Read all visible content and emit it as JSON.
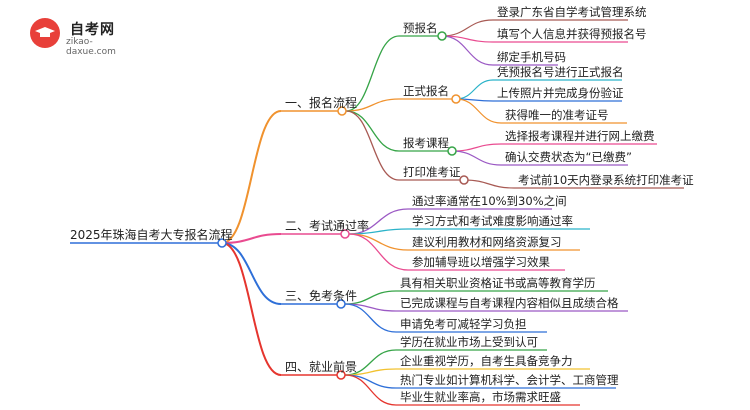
{
  "logo": {
    "title": "自考网",
    "url": "zikao-daxue.com"
  },
  "root": {
    "label": "2025年珠海自考大专报名流程"
  },
  "branches": [
    {
      "label": "一、报名流程",
      "color": "#f0922e",
      "children": [
        {
          "label": "预报名",
          "color": "#36a447",
          "children": [
            {
              "label": "登录广东省自学考试管理系统",
              "color": "#a85a54"
            },
            {
              "label": "填写个人信息并获得预报名号",
              "color": "#e94b90"
            },
            {
              "label": "绑定手机号码",
              "color": "#9b59c4"
            }
          ]
        },
        {
          "label": "正式报名",
          "color": "#f0922e",
          "children": [
            {
              "label": "凭预报名号进行正式报名",
              "color": "#2bb3c9"
            },
            {
              "label": "上传照片并完成身份验证",
              "color": "#2e6fd8"
            },
            {
              "label": "获得唯一的准考证号",
              "color": "#f0922e"
            }
          ]
        },
        {
          "label": "报考课程",
          "color": "#36a447",
          "children": [
            {
              "label": "选择报考课程并进行网上缴费",
              "color": "#e94b90"
            },
            {
              "label": "确认交费状态为“已缴费”",
              "color": "#9b59c4"
            }
          ]
        },
        {
          "label": "打印准考证",
          "color": "#a85a54",
          "children": [
            {
              "label": "考试前10天内登录系统打印准考证",
              "color": "#a85a54"
            }
          ]
        }
      ]
    },
    {
      "label": "二、考试通过率",
      "color": "#e94b90",
      "children": [
        {
          "label": "通过率通常在10%到30%之间",
          "color": "#9b59c4"
        },
        {
          "label": "学习方式和考试难度影响通过率",
          "color": "#2bb3c9"
        },
        {
          "label": "建议利用教材和网络资源复习",
          "color": "#f0922e"
        },
        {
          "label": "参加辅导班以增强学习效果",
          "color": "#e94b90"
        }
      ]
    },
    {
      "label": "三、免考条件",
      "color": "#2e6fd8",
      "children": [
        {
          "label": "具有相关职业资格证书或高等教育学历",
          "color": "#36a447"
        },
        {
          "label": "已完成课程与自考课程内容相似且成绩合格",
          "color": "#9b59c4"
        },
        {
          "label": "申请免考可减轻学习负担",
          "color": "#2e6fd8"
        }
      ]
    },
    {
      "label": "四、就业前景",
      "color": "#e5352e",
      "children": [
        {
          "label": "学历在就业市场上受到认可",
          "color": "#36a447"
        },
        {
          "label": "企业重视学历，自考生具备竞争力",
          "color": "#f2c230"
        },
        {
          "label": "热门专业如计算机科学、会计学、工商管理",
          "color": "#2e6fd8"
        },
        {
          "label": "毕业生就业率高，市场需求旺盛",
          "color": "#e5352e"
        }
      ]
    }
  ]
}
